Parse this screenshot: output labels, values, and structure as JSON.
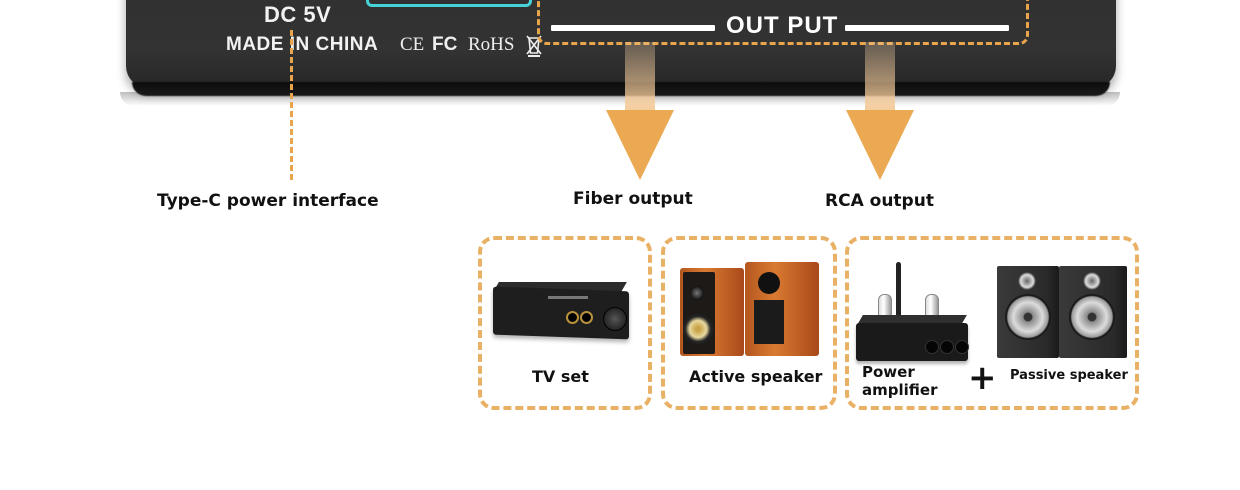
{
  "device": {
    "power_spec": "DC 5V",
    "origin": "MADE IN CHINA",
    "certifications": [
      "CE",
      "FC",
      "RoHS"
    ],
    "weee_icon": "crossed-bin-icon",
    "output_label": "OUT PUT"
  },
  "captions": {
    "power": "Type-C power interface",
    "fiber": "Fiber output",
    "rca": "RCA output"
  },
  "groups": {
    "fiber_tv": {
      "label": "TV set"
    },
    "fiber_active": {
      "label": "Active speaker"
    },
    "rca": {
      "amplifier_label_line1": "Power",
      "amplifier_label_line2": "amplifier",
      "plus": "+",
      "speaker_label": "Passive speaker"
    }
  },
  "colors": {
    "accent_orange": "#e9a54c",
    "device_black": "#2f2f2f",
    "port_cyan": "#46d3d8"
  }
}
